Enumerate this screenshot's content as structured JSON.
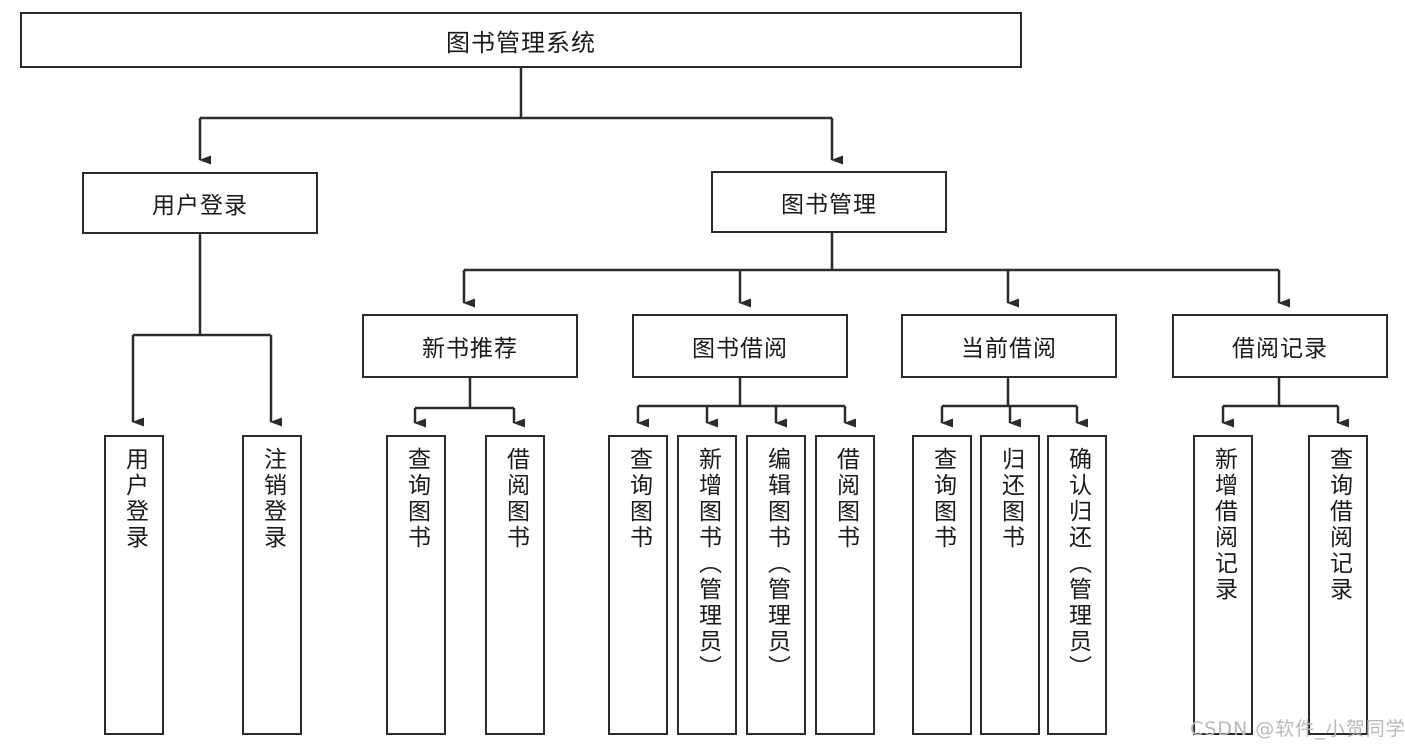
{
  "diagram": {
    "title": "图书管理系统",
    "type": "hierarchy-tree",
    "root": {
      "label": "图书管理系统"
    },
    "level2": [
      {
        "label": "用户登录"
      },
      {
        "label": "图书管理"
      }
    ],
    "level3": [
      {
        "label": "新书推荐"
      },
      {
        "label": "图书借阅"
      },
      {
        "label": "当前借阅"
      },
      {
        "label": "借阅记录"
      }
    ],
    "leaves": {
      "user_login": [
        {
          "label": "用户登录"
        },
        {
          "label": "注销登录"
        }
      ],
      "new_book": [
        {
          "label": "查询图书"
        },
        {
          "label": "借阅图书"
        }
      ],
      "borrow_book": [
        {
          "label": "查询图书"
        },
        {
          "label": "新增图书（管理员）"
        },
        {
          "label": "编辑图书（管理员）"
        },
        {
          "label": "借阅图书"
        }
      ],
      "current_borrow": [
        {
          "label": "查询图书"
        },
        {
          "label": "归还图书"
        },
        {
          "label": "确认归还（管理员）"
        }
      ],
      "borrow_record": [
        {
          "label": "新增借阅记录"
        },
        {
          "label": "查询借阅记录"
        }
      ]
    }
  },
  "watermark": {
    "text": "CSDN @软件_小贺同学"
  },
  "colors": {
    "stroke": "#2b2b2b",
    "fill": "#ffffff",
    "text": "#1a1a1a",
    "watermark": "#b9b9b9"
  }
}
